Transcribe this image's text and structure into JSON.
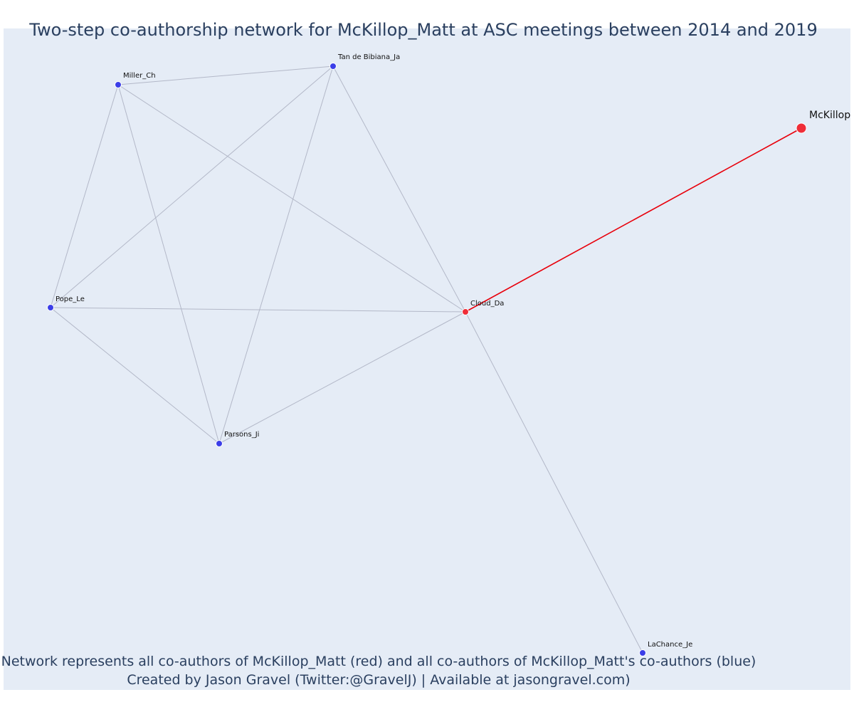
{
  "title": "Two-step co-authorship network for McKillop_Matt at ASC meetings between 2014 and 2019",
  "caption": {
    "line1": "Network represents all co-authors of McKillop_Matt (red) and all co-authors of McKillop_Matt's co-authors (blue)",
    "line2": "Created by Jason Gravel (Twitter:@GravelJ) | Available at jasongravel.com)"
  },
  "colors": {
    "plot_background": "#e5ecf6",
    "text": "#2a3f5f",
    "focal_node": "#ef2d38",
    "coauthor_node": "#3b3ee8",
    "focal_edge": "#e8000b",
    "other_edge": "#b3b8c8"
  },
  "nodes": [
    {
      "id": "McKillop_Matt",
      "label": "McKillop",
      "group": "focal"
    },
    {
      "id": "Cloud_Da",
      "label": "Cloud_Da",
      "group": "coauthor"
    },
    {
      "id": "Tan de Bibiana_Ja",
      "label": "Tan de Bibiana_Ja",
      "group": "second"
    },
    {
      "id": "Miller_Ch",
      "label": "Miller_Ch",
      "group": "second"
    },
    {
      "id": "Pope_Le",
      "label": "Pope_Le",
      "group": "second"
    },
    {
      "id": "Parsons_Ji",
      "label": "Parsons_Ji",
      "group": "second"
    },
    {
      "id": "LaChance_Je",
      "label": "LaChance_Je",
      "group": "second"
    }
  ],
  "edges": [
    {
      "source": "McKillop_Matt",
      "target": "Cloud_Da",
      "type": "focal"
    },
    {
      "source": "Cloud_Da",
      "target": "Tan de Bibiana_Ja",
      "type": "other"
    },
    {
      "source": "Cloud_Da",
      "target": "Miller_Ch",
      "type": "other"
    },
    {
      "source": "Cloud_Da",
      "target": "Pope_Le",
      "type": "other"
    },
    {
      "source": "Cloud_Da",
      "target": "Parsons_Ji",
      "type": "other"
    },
    {
      "source": "Cloud_Da",
      "target": "LaChance_Je",
      "type": "other"
    },
    {
      "source": "Miller_Ch",
      "target": "Tan de Bibiana_Ja",
      "type": "other"
    },
    {
      "source": "Miller_Ch",
      "target": "Pope_Le",
      "type": "other"
    },
    {
      "source": "Miller_Ch",
      "target": "Parsons_Ji",
      "type": "other"
    },
    {
      "source": "Tan de Bibiana_Ja",
      "target": "Pope_Le",
      "type": "other"
    },
    {
      "source": "Tan de Bibiana_Ja",
      "target": "Parsons_Ji",
      "type": "other"
    },
    {
      "source": "Pope_Le",
      "target": "Parsons_Ji",
      "type": "other"
    }
  ]
}
